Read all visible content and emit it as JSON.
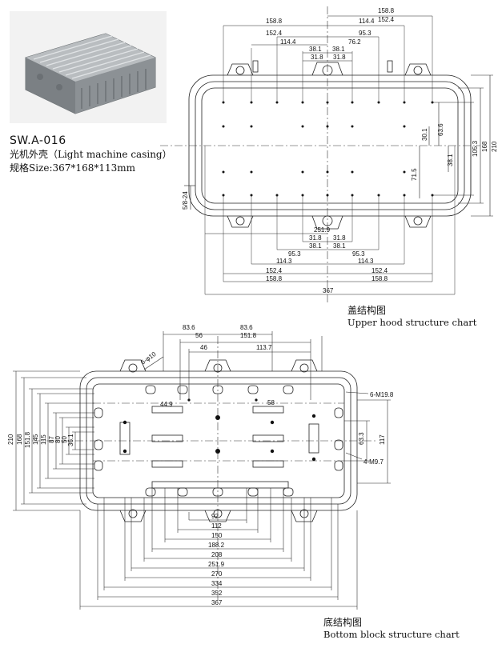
{
  "product": {
    "model": "SW.A-016",
    "name_line": "光机外壳（Light machine casing）",
    "size_line": "规格Size:367*168*113mm"
  },
  "upper_chart": {
    "title_cn": "盖结构图",
    "title_en": "Upper hood structure chart",
    "dims_top": [
      "158.8",
      "152.4",
      "158.8",
      "152.4",
      "114.4",
      "95.3",
      "114.4",
      "76.2",
      "38.1",
      "38.1",
      "31.8",
      "31.8"
    ],
    "dims_bottom": [
      "251.9",
      "31.8",
      "31.8",
      "38.1",
      "38.1",
      "95.3",
      "95.3",
      "114.3",
      "114.3",
      "152.4",
      "152.4",
      "158.8",
      "158.8",
      "367"
    ],
    "dims_right": [
      "63.6",
      "30.1",
      "71.5",
      "38.1",
      "105.3",
      "168",
      "210"
    ],
    "dims_left": [
      "5/8-24"
    ]
  },
  "bottom_chart": {
    "title_cn": "底结构图",
    "title_en": "Bottom block structure chart",
    "dims_top": [
      "83.6",
      "83.6",
      "56",
      "151.8",
      "46",
      "113.7",
      "6-φ10"
    ],
    "dims_inner": [
      "44.9",
      "58"
    ],
    "dims_right": [
      "6-M19.8",
      "63.3",
      "117",
      "4-M9.7"
    ],
    "dims_left": [
      "210",
      "168",
      "151.8",
      "145",
      "115",
      "87",
      "80",
      "50",
      "36.1"
    ],
    "dims_bottom": [
      "92",
      "112",
      "150",
      "188.2",
      "208",
      "251.9",
      "270",
      "334",
      "352",
      "367"
    ]
  }
}
